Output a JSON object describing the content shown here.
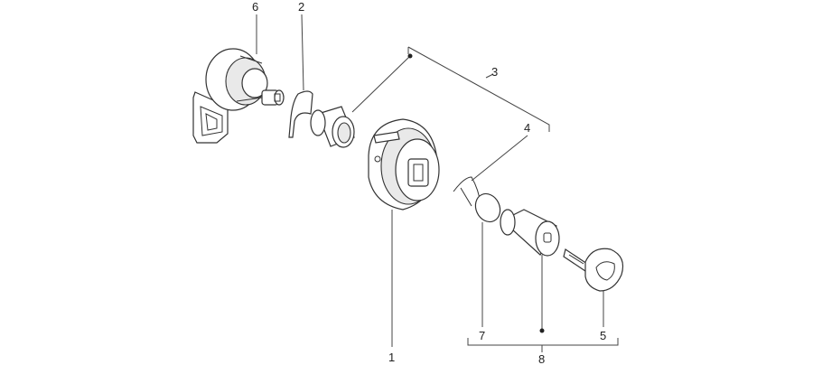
{
  "diagram": {
    "callouts": {
      "c1": "1",
      "c2": "2",
      "c3": "3",
      "c4": "4",
      "c5": "5",
      "c6": "6",
      "c7": "7",
      "c8": "8"
    },
    "colors": {
      "line": "#333333",
      "label": "#222222",
      "background": "#ffffff"
    }
  }
}
